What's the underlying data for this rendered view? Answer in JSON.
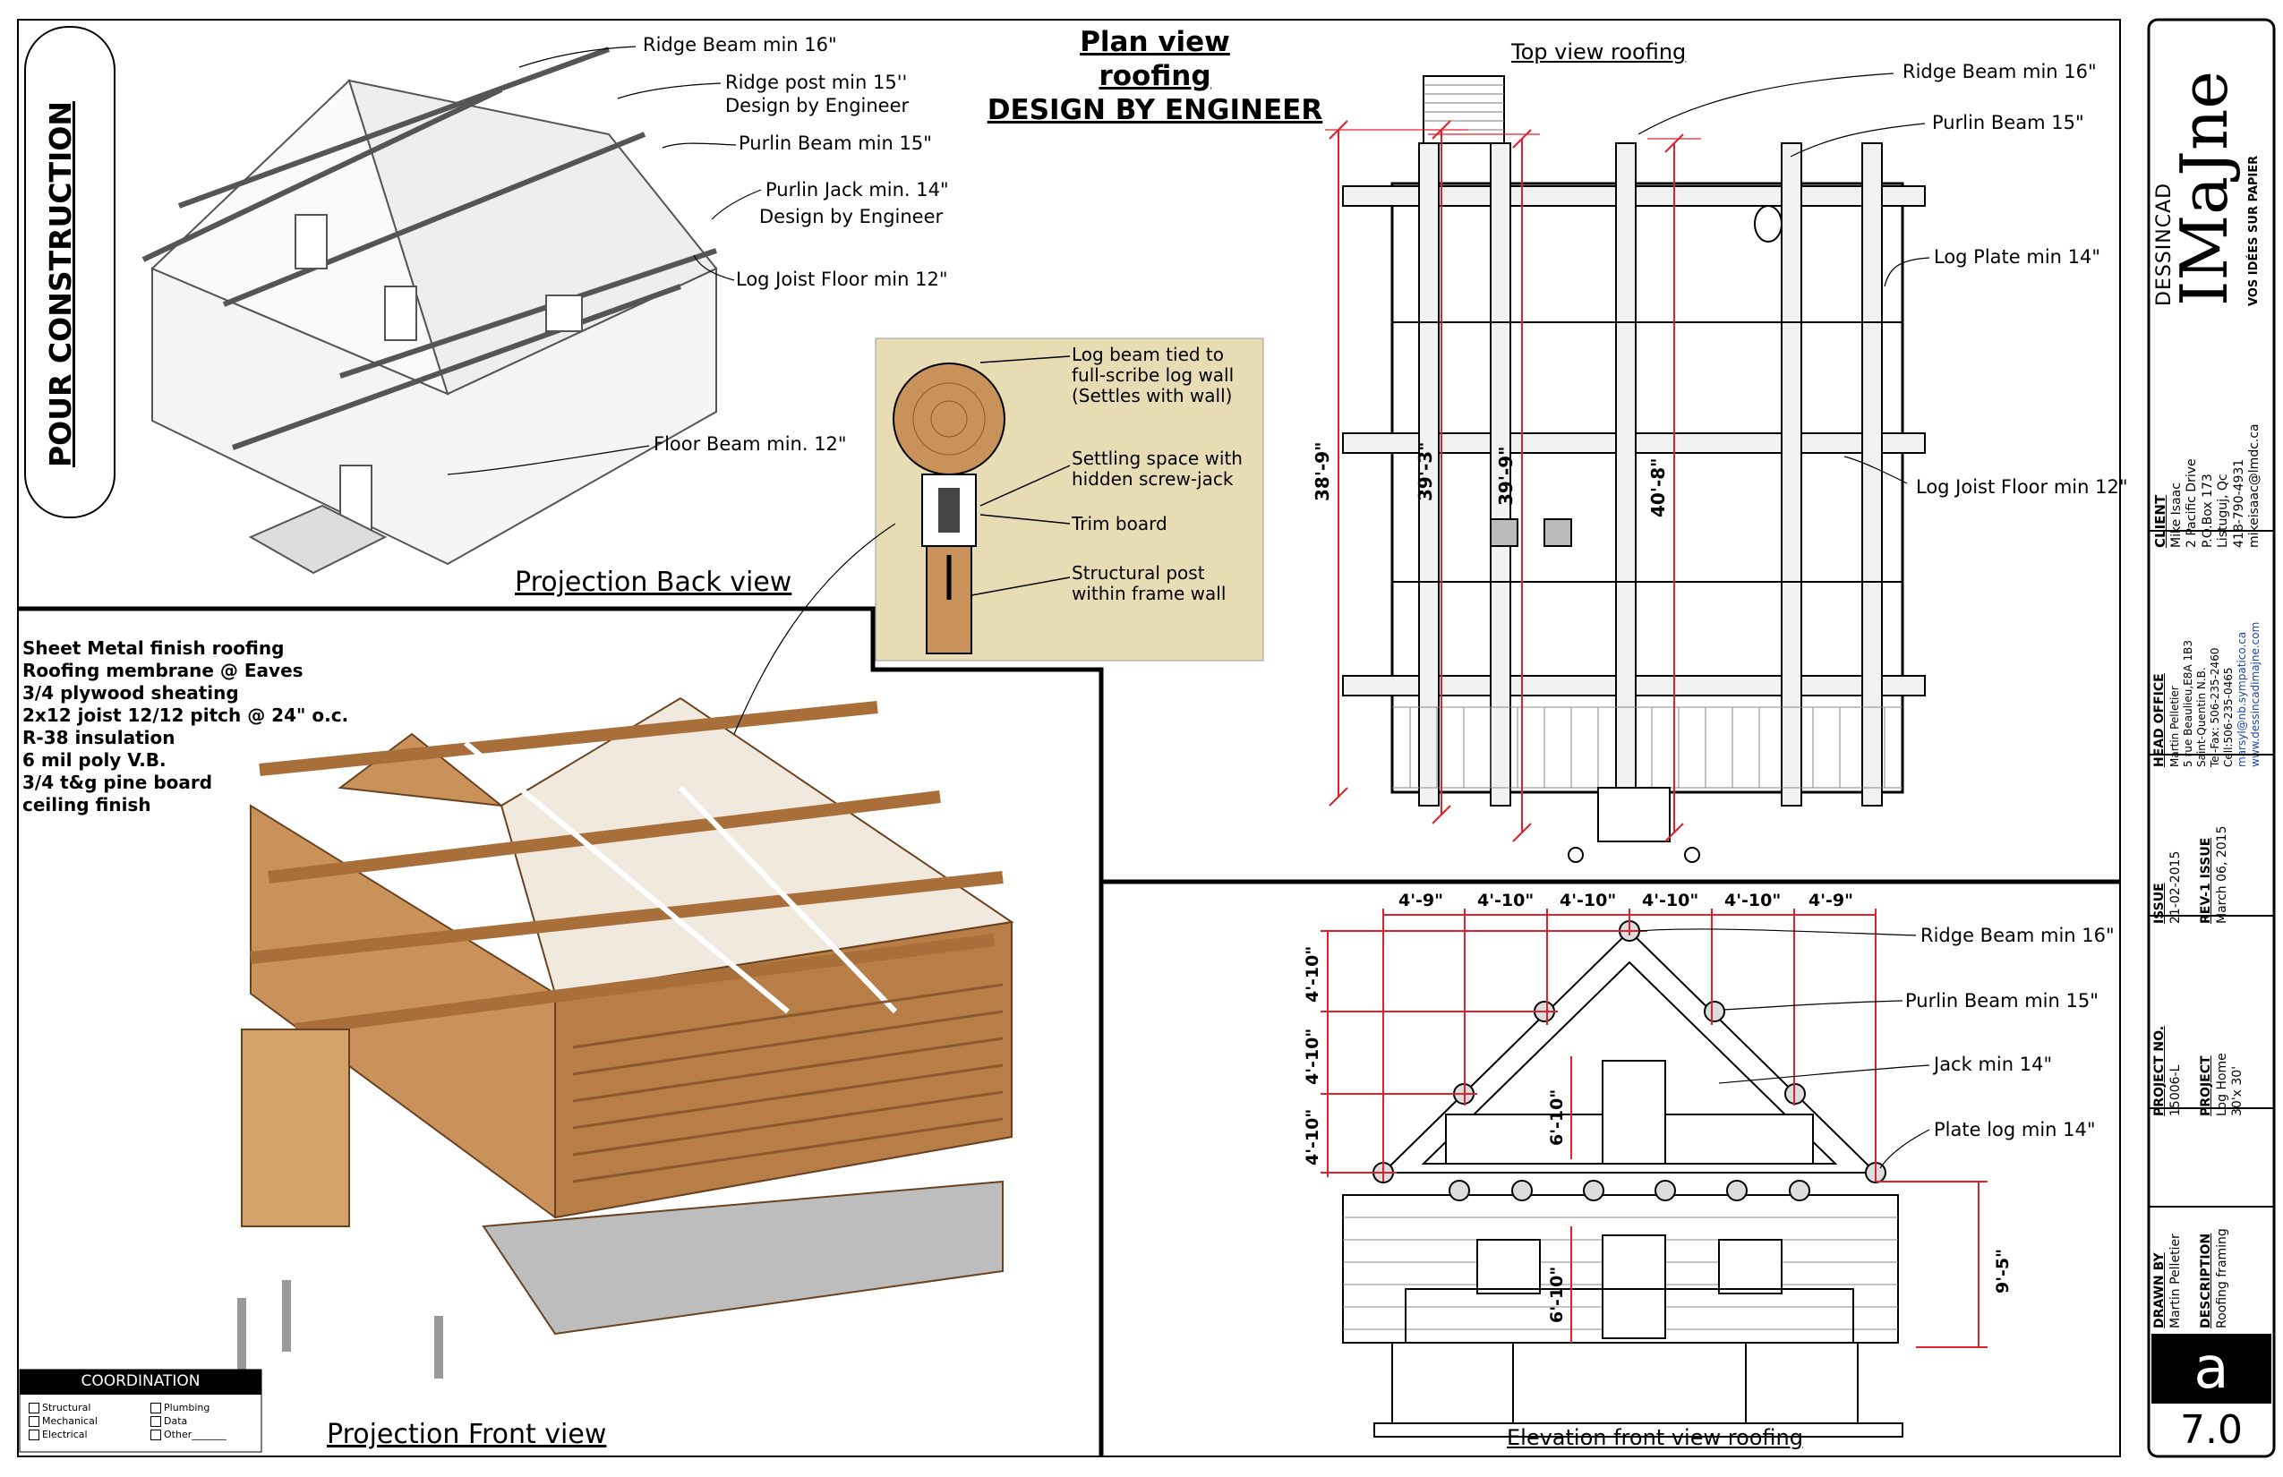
{
  "side_title": "POUR CONSTRUCTION",
  "main_title": [
    "Plan view",
    "roofing",
    "DESIGN BY ENGINEER"
  ],
  "views": {
    "back": "Projection Back view",
    "front": "Projection Front view",
    "top": "Top view roofing",
    "elevation": "Elevation front view roofing"
  },
  "back_labels": [
    "Ridge Beam min 16\"",
    "Ridge post min 15''",
    "Design by Engineer",
    "Purlin Beam min 15\"",
    "Purlin Jack min. 14\"",
    "Design by Engineer",
    "Log Joist Floor min 12\"",
    "Floor Beam min. 12\""
  ],
  "detail_labels": [
    "Log beam tied to",
    "full-scribe log wall",
    "(Settles with wall)",
    "Settling space with",
    "hidden screw-jack",
    "Trim board",
    "Structural post",
    "within frame wall"
  ],
  "roof_spec": [
    "Sheet Metal finish roofing",
    "Roofing membrane @ Eaves",
    "3/4 plywood sheating",
    "2x12 joist 12/12 pitch @ 24\" o.c.",
    "R-38 insulation",
    "6 mil poly V.B.",
    "3/4 t&g pine board",
    "ceiling finish"
  ],
  "top_labels": [
    "Ridge Beam min 16\"",
    "Purlin Beam 15\"",
    "Log Plate min 14\"",
    "Log Joist Floor min 12\""
  ],
  "top_dims": [
    "38'-9\"",
    "39'-3\"",
    "39'-9\"",
    "40'-8\""
  ],
  "elev_labels": [
    "Ridge Beam min 16\"",
    "Purlin Beam min 15\"",
    "Jack min 14\"",
    "Plate log min 14\""
  ],
  "elev_top_dims": [
    "4'-9\"",
    "4'-10\"",
    "4'-10\"",
    "4'-10\"",
    "4'-10\"",
    "4'-9\""
  ],
  "elev_left_dims": [
    "4'-10\"",
    "4'-10\"",
    "4'-10\""
  ],
  "elev_mid_dims": [
    "6'-10\"",
    "6'-10\""
  ],
  "elev_right_dim": "9'-5\"",
  "coordination": {
    "title": "COORDINATION",
    "left": [
      "Structural",
      "Mechanical",
      "Electrical"
    ],
    "right": [
      "Plumbing",
      "Data",
      "Other_______"
    ]
  },
  "title_block": {
    "brand_small": "DESSINCAD",
    "brand": "IMaJne",
    "brand_tag": "VOS IDÉES SUR PAPIER",
    "client_h": "CLIENT",
    "client": [
      "Mike Isaac",
      "2 Pacific Drive",
      "P.O.Box 173",
      "Listuguj, Qc",
      "418-790-4931",
      "mikeisaac@lmdc.ca"
    ],
    "office_h": "HEAD OFFICE",
    "office": [
      "Martin Pelletier",
      "5 rue Beaulieu,E8A 1B3",
      "Saint-Quentin N.B.",
      "Tel-Fax: 506-235-2460",
      "Cell:506-235-0465",
      "marsyl@nb.sympatico.ca",
      "www.dessincadimajne.com"
    ],
    "issue_h": "ISSUE",
    "issue": "21-02-2015",
    "rev_h": "REV-1 ISSUE",
    "rev": "March 06, 2015",
    "projno_h": "PROJECT NO.",
    "projno": "15006-L",
    "project_h": "PROJECT",
    "project": [
      "Log Home",
      "30'x 30'"
    ],
    "drawn_h": "DRAWN BY",
    "drawn": "Martin Pelletier",
    "desc_h": "DESCRIPTION",
    "desc": "Roofing framing",
    "sheet_letter": "a",
    "sheet_no": "7.0"
  },
  "colors": {
    "dim": "#e0202a",
    "log": "#c9925a",
    "log_dark": "#8a5a2e",
    "detail_bg": "#e8dcb5"
  }
}
